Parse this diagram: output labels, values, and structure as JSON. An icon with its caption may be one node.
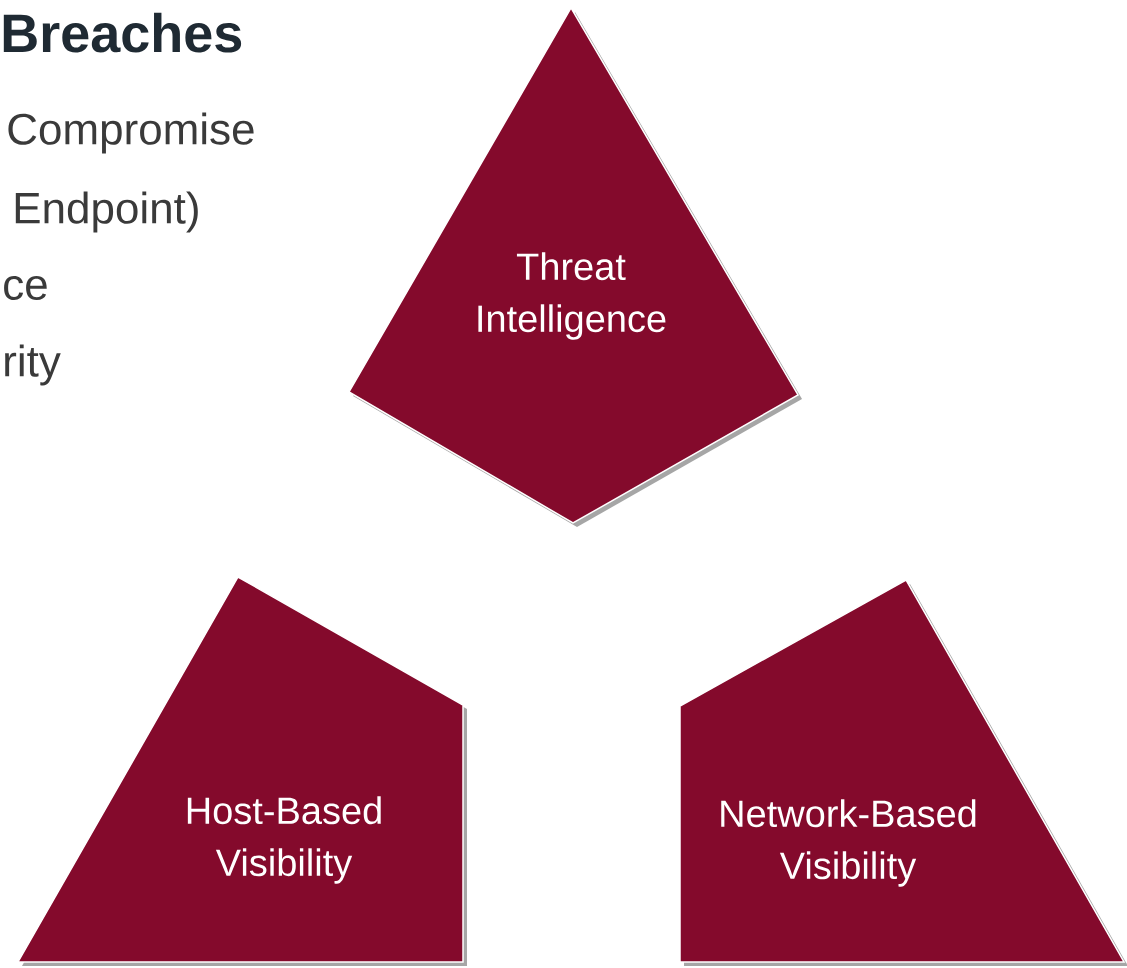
{
  "diagram": {
    "title": "Breaches",
    "nodes": [
      {
        "text": [
          "Threat Intelligence"
        ]
      },
      {
        "text": [
          "Host-Based Visibility"
        ]
      },
      {
        "text": [
          "Network-Based Visibility"
        ]
      }
    ],
    "labels": [
      "Compromise",
      "Endpoint)",
      "ce",
      "rity"
    ]
  }
}
